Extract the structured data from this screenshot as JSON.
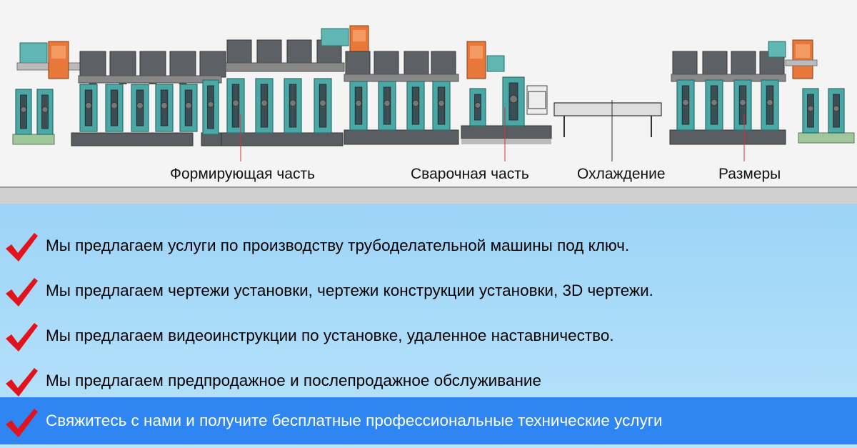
{
  "diagram": {
    "labels": {
      "forming": "Формирующая часть",
      "welding": "Сварочная часть",
      "cooling": "Охлаждение",
      "sizing": "Размеры"
    }
  },
  "features": [
    {
      "text": "Мы предлагаем услуги по производству трубоделательной машины под ключ."
    },
    {
      "text": "Мы предлагаем чертежи установки, чертежи конструкции установки, 3D чертежи."
    },
    {
      "text": "Мы предлагаем видеоинструкции по установке, удаленное наставничество."
    },
    {
      "text": "Мы предлагаем предпродажное и послепродажное обслуживание"
    },
    {
      "text": "Свяжитесь с нами и получите бесплатные профессиональные технические услуги",
      "highlighted": true
    }
  ],
  "colors": {
    "check": "#e3121b",
    "highlight": "#2f86f2",
    "machine_teal": "#4aa8a6",
    "machine_dark": "#5d6166",
    "gearbox_orange": "#e8773a",
    "base_green": "#9fc79a"
  },
  "icons": [
    "check-icon",
    "gearbox-icon",
    "motor-icon"
  ]
}
